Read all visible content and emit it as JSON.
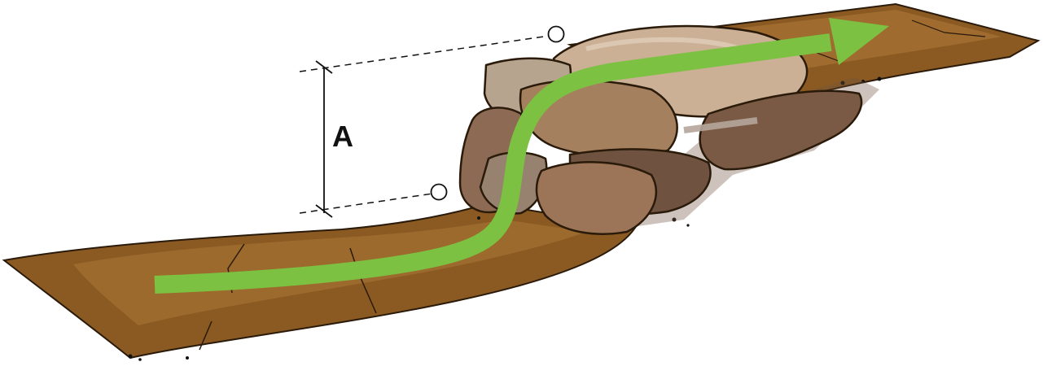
{
  "diagram": {
    "dimension_label": "A",
    "colors": {
      "path_fill": "#8a5a22",
      "path_light": "#b07a3a",
      "path_outline": "#2a1a0a",
      "rock_light": "#cbb096",
      "rock_mid": "#a5805f",
      "rock_dark": "#7a5a45",
      "arrow": "#7cc142"
    },
    "icons": {
      "arrow": "flow-arrow-icon",
      "rocks": "rock-pile",
      "path": "earth-path"
    }
  }
}
